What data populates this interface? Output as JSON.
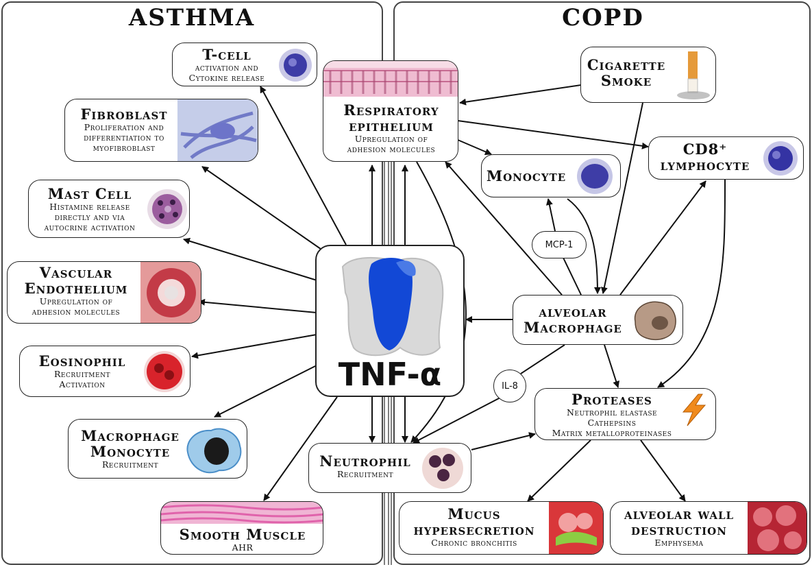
{
  "panels": {
    "left_title": "ASTHMA",
    "right_title": "COPD"
  },
  "center": {
    "label": "TNF-α"
  },
  "asthma": {
    "tcell": {
      "title": "T-cell",
      "sub1": "activation and",
      "sub2": "Cytokine release"
    },
    "fibroblast": {
      "title": "Fibroblast",
      "sub1": "Proliferation and",
      "sub2": "differentiation to",
      "sub3": "myofibroblast"
    },
    "mast": {
      "title": "Mast Cell",
      "sub1": "Histamine release",
      "sub2": "directly and via",
      "sub3": "autocrine activation"
    },
    "vascular": {
      "title1": "Vascular",
      "title2": "Endothelium",
      "sub1": "Upregulation of",
      "sub2": "adhesion molecules"
    },
    "eosinophil": {
      "title": "Eosinophil",
      "sub1": "Recruitment",
      "sub2": "Activation"
    },
    "macrophage": {
      "title1": "Macrophage",
      "title2": "Monocyte",
      "sub1": "Recruitment"
    },
    "smooth": {
      "title": "Smooth Muscle",
      "sub1": "AHR"
    }
  },
  "shared": {
    "epithelium": {
      "title1": "Respiratory",
      "title2": "epithelium",
      "sub1": "Upregulation of",
      "sub2": "adhesion molecules"
    },
    "neutrophil": {
      "title": "Neutrophil",
      "sub1": "Recruitment"
    }
  },
  "copd": {
    "cigarette": {
      "title1": "Cigarette",
      "title2": "Smoke"
    },
    "cd8": {
      "title1": "CD8⁺",
      "title2": "lymphocyte"
    },
    "monocyte": {
      "title": "Monocyte"
    },
    "mcp1": "MCP-1",
    "il8": "IL-8",
    "alveolar_macrophage": {
      "title1": "alveolar",
      "title2": "Macrophage"
    },
    "proteases": {
      "title": "Proteases",
      "sub1": "Neutrophil elastase",
      "sub2": "Cathepsins",
      "sub3": "Matrix metalloproteinases"
    },
    "mucus": {
      "title1": "Mucus",
      "title2": "hypersecretion",
      "sub1": "Chronic bronchitis"
    },
    "alveolar_wall": {
      "title1": "alveolar wall",
      "title2": "destruction",
      "sub1": "Emphysema"
    }
  },
  "colors": {
    "tnf_blue": "#1248d6",
    "protein_grey": "#d9d9d9",
    "border": "#222222"
  }
}
